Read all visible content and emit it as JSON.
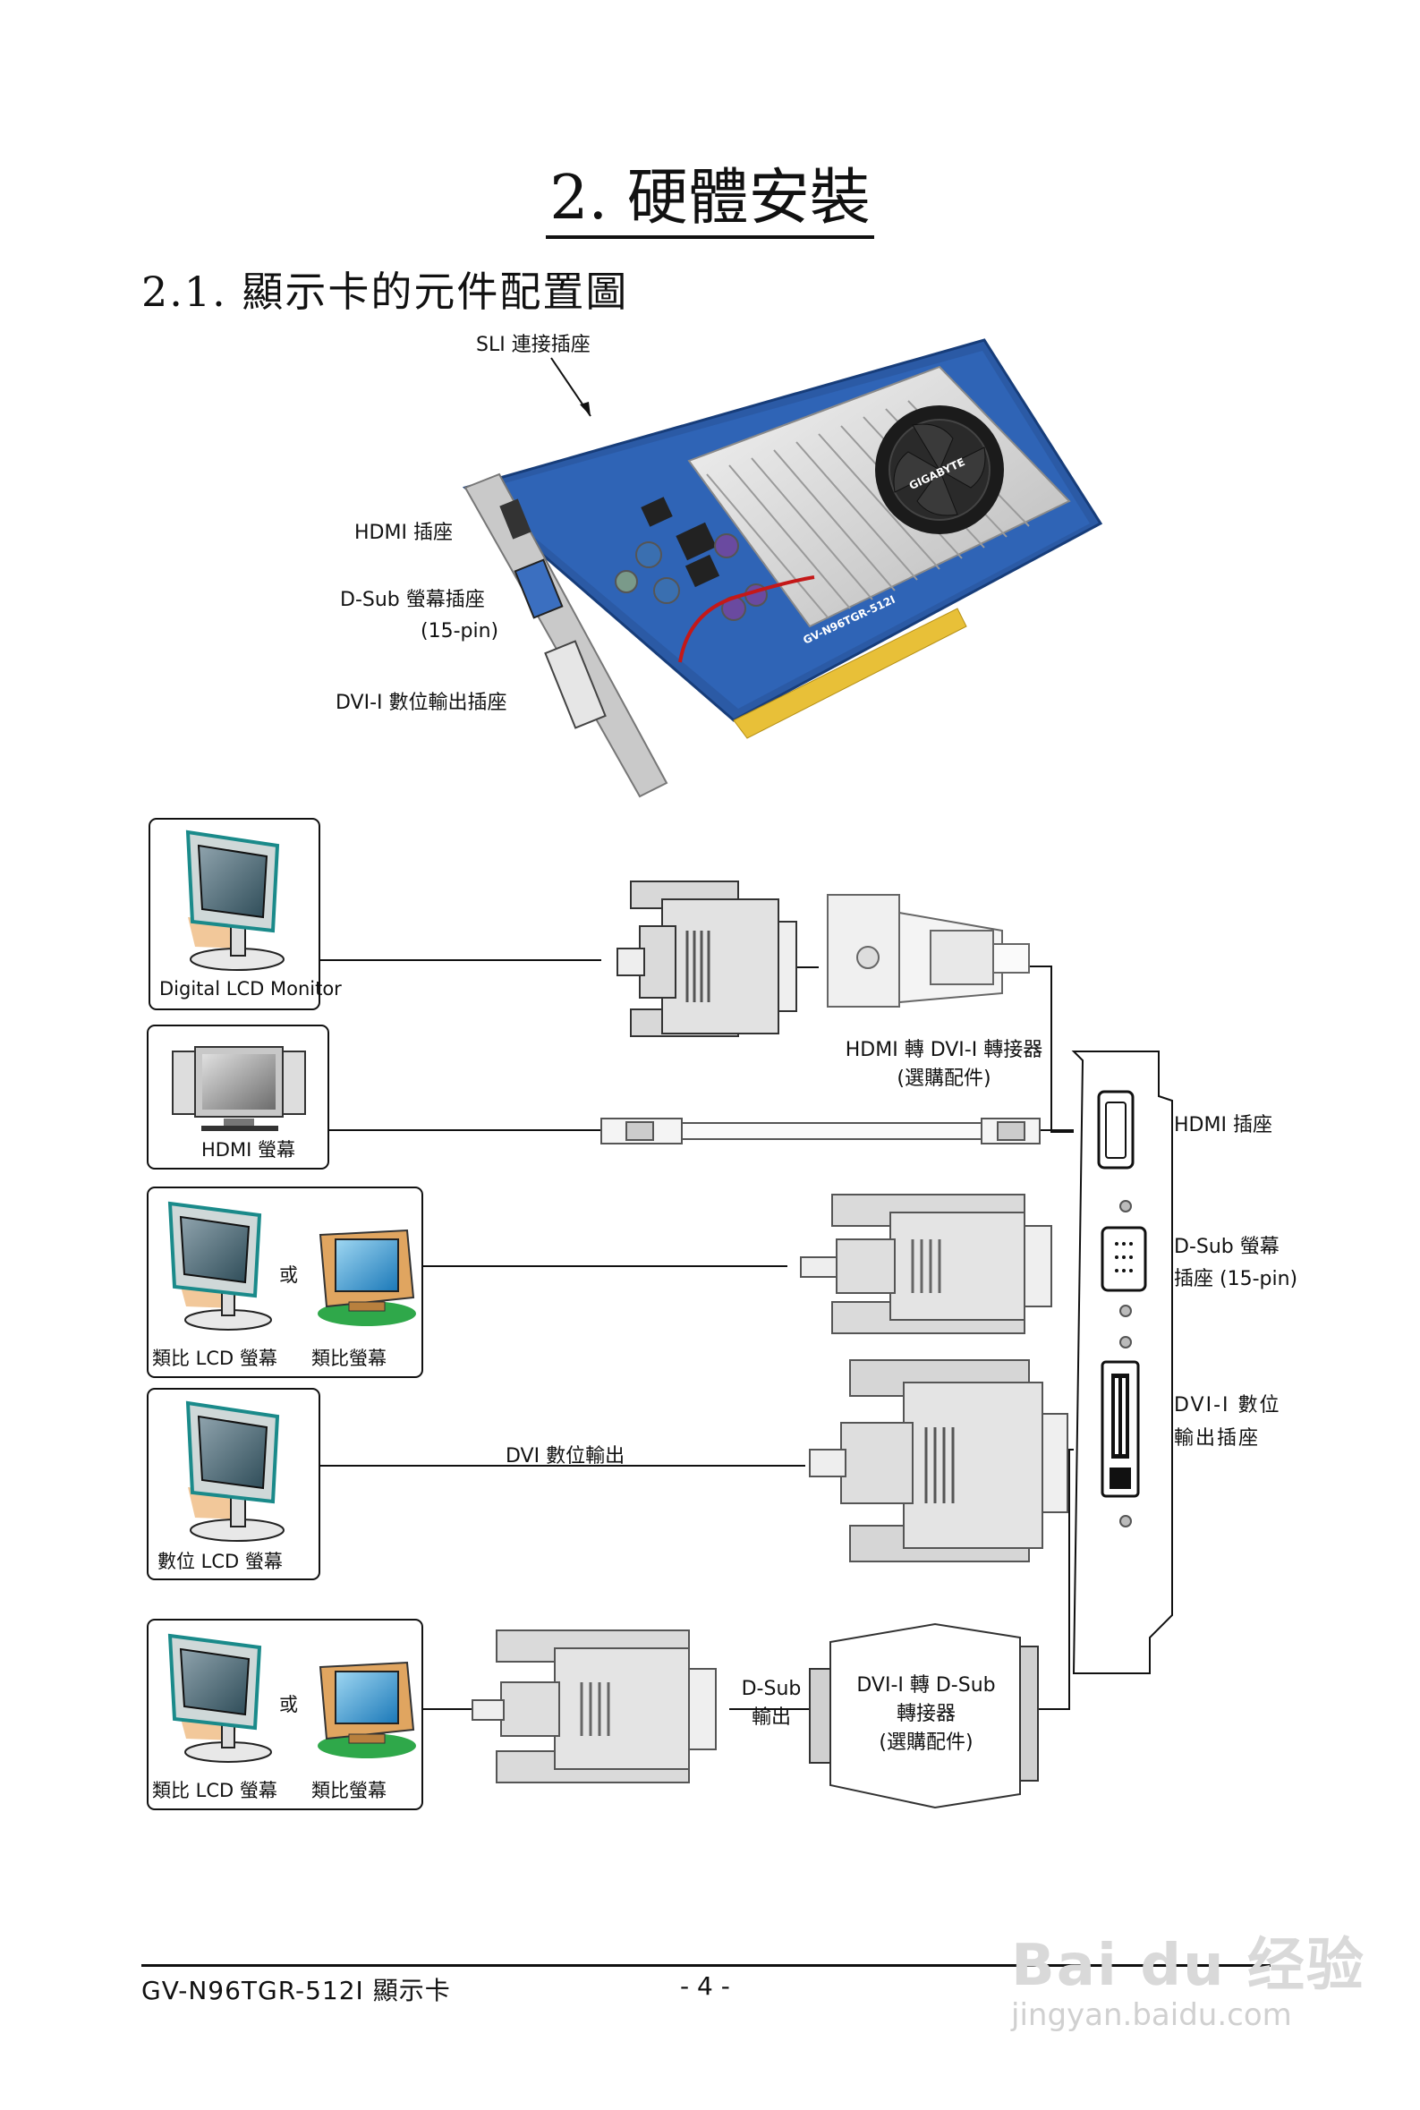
{
  "page": {
    "title": "2. 硬體安裝",
    "subtitle": "2.1. 顯示卡的元件配置圖"
  },
  "card_photo": {
    "labels": {
      "sli": "SLI 連接插座",
      "hdmi": "HDMI 插座",
      "dsub_1": "D-Sub 螢幕插座",
      "dsub_2": "(15-pin)",
      "dvi": "DVI-I 數位輸出插座"
    },
    "brand": "GIGABYTE",
    "model": "GV-N96TGR-512I"
  },
  "connection_diagram": {
    "monitors": {
      "digital_lcd": "Digital LCD Monitor",
      "hdmi_tv": "HDMI 螢幕",
      "analog_lcd": "類比 LCD 螢幕",
      "analog_crt": "類比螢幕",
      "or": "或",
      "digital_lcd_cn": "數位 LCD 螢幕"
    },
    "adapter_hdmi_dvi": {
      "line1": "HDMI 轉 DVI-I 轉接器",
      "line2": "(選購配件)"
    },
    "dvi_output": "DVI 數位輸出",
    "dsub_output": {
      "line1": "D-Sub",
      "line2": "輸出"
    },
    "adapter_dvi_dsub": {
      "line1": "DVI-I 轉 D-Sub",
      "line2": "轉接器",
      "line3": "(選購配件)"
    },
    "bracket_labels": {
      "hdmi": "HDMI 插座",
      "dsub_1": "D-Sub 螢幕",
      "dsub_2": "插座 (15-pin)",
      "dvi_1": "DVI-I 數位",
      "dvi_2": "輸出插座"
    }
  },
  "footer": {
    "model": "GV-N96TGR-512I 顯示卡",
    "page_number": "- 4 -"
  },
  "watermark": {
    "logo": "Bai du 经验",
    "url": "jingyan.baidu.com"
  }
}
